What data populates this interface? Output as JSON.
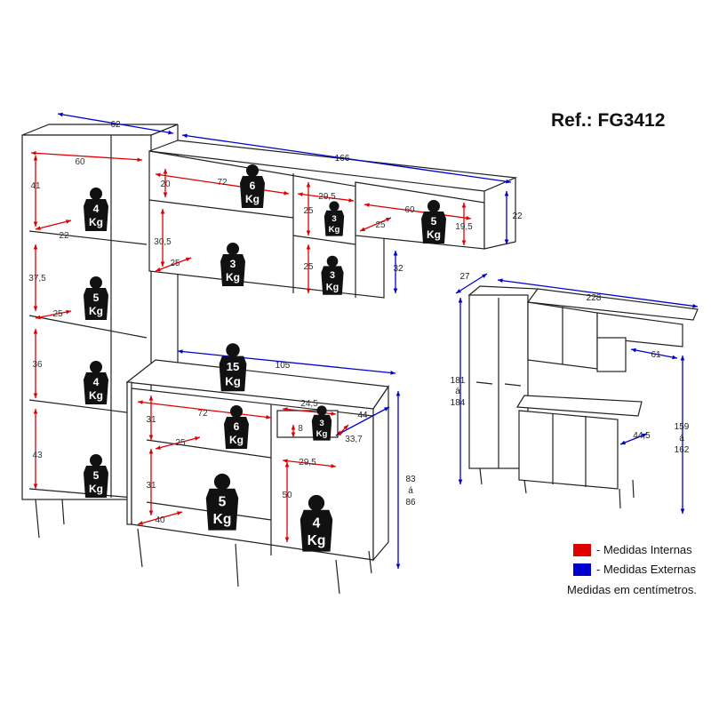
{
  "reference": "Ref.: FG3412",
  "colors": {
    "internal": "#e00000",
    "external": "#0000cc"
  },
  "legend": {
    "internal": "- Medidas Internas",
    "external": "- Medidas Externas",
    "note": "Medidas em centímetros."
  },
  "internal_dimensions": [
    "60",
    "41",
    "22",
    "37,5",
    "25",
    "36",
    "43",
    "20",
    "72",
    "30,5",
    "25",
    "29,5",
    "25",
    "25",
    "60",
    "25",
    "19,5",
    "31",
    "72",
    "25",
    "31",
    "40",
    "24,5",
    "8",
    "33,7",
    "29,5",
    "50"
  ],
  "external_dimensions": [
    "62",
    "166",
    "22",
    "32",
    "105",
    "44",
    "83",
    "á",
    "86",
    "27",
    "228",
    "181",
    "á",
    "184",
    "61",
    "159",
    "á",
    "162",
    "44,5"
  ],
  "weight_limits": [
    {
      "value": "4",
      "unit": "Kg"
    },
    {
      "value": "5",
      "unit": "Kg"
    },
    {
      "value": "4",
      "unit": "Kg"
    },
    {
      "value": "5",
      "unit": "Kg"
    },
    {
      "value": "6",
      "unit": "Kg"
    },
    {
      "value": "3",
      "unit": "Kg"
    },
    {
      "value": "3",
      "unit": "Kg"
    },
    {
      "value": "3",
      "unit": "Kg"
    },
    {
      "value": "5",
      "unit": "Kg"
    },
    {
      "value": "15",
      "unit": "Kg"
    },
    {
      "value": "6",
      "unit": "Kg"
    },
    {
      "value": "3",
      "unit": "Kg"
    },
    {
      "value": "5",
      "unit": "Kg"
    },
    {
      "value": "4",
      "unit": "Kg"
    }
  ]
}
